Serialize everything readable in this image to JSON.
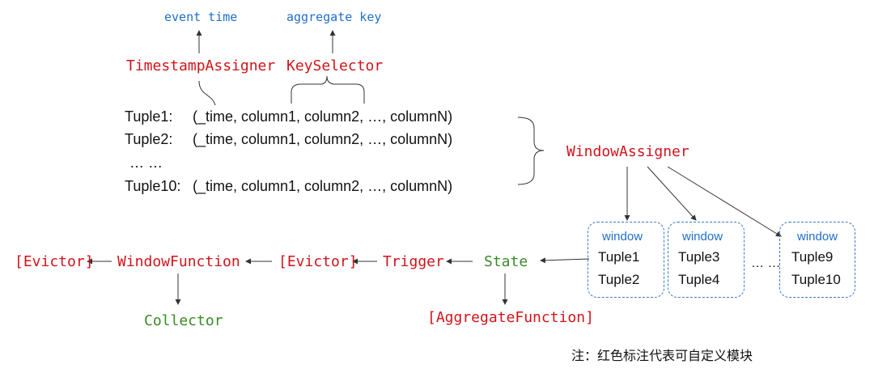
{
  "annotations": {
    "event_time": "event time",
    "aggregate_key": "aggregate key"
  },
  "components": {
    "timestamp_assigner": "TimestampAssigner",
    "key_selector": "KeySelector",
    "window_assigner": "WindowAssigner",
    "evictor_left": "[Evictor]",
    "window_function": "WindowFunction",
    "evictor_mid": "[Evictor]",
    "trigger": "Trigger",
    "state": "State",
    "collector": "Collector",
    "aggregate_function": "[AggregateFunction]"
  },
  "tuples": [
    {
      "name": "Tuple1:",
      "fields": "(_time,  column1,  column2,  …,  columnN)"
    },
    {
      "name": "Tuple2:",
      "fields": "(_time,  column1,  column2,  …,  columnN)"
    },
    {
      "name": "… …",
      "fields": ""
    },
    {
      "name": "Tuple10:",
      "fields": "(_time,  column1,  column2,  …,  columnN)"
    }
  ],
  "windows": [
    {
      "label": "window",
      "items": [
        "Tuple1",
        "Tuple2"
      ]
    },
    {
      "label": "window",
      "items": [
        "Tuple3",
        "Tuple4"
      ]
    },
    {
      "label": "window",
      "items": [
        "Tuple9",
        "Tuple10"
      ]
    }
  ],
  "windows_ellipsis": "… …",
  "note": "注：红色标注代表可自定义模块",
  "colors": {
    "custom_module": "#d0141b",
    "builtin": "#3b8a26",
    "annotation": "#1f6fc9",
    "window_border": "#3a78c8"
  }
}
